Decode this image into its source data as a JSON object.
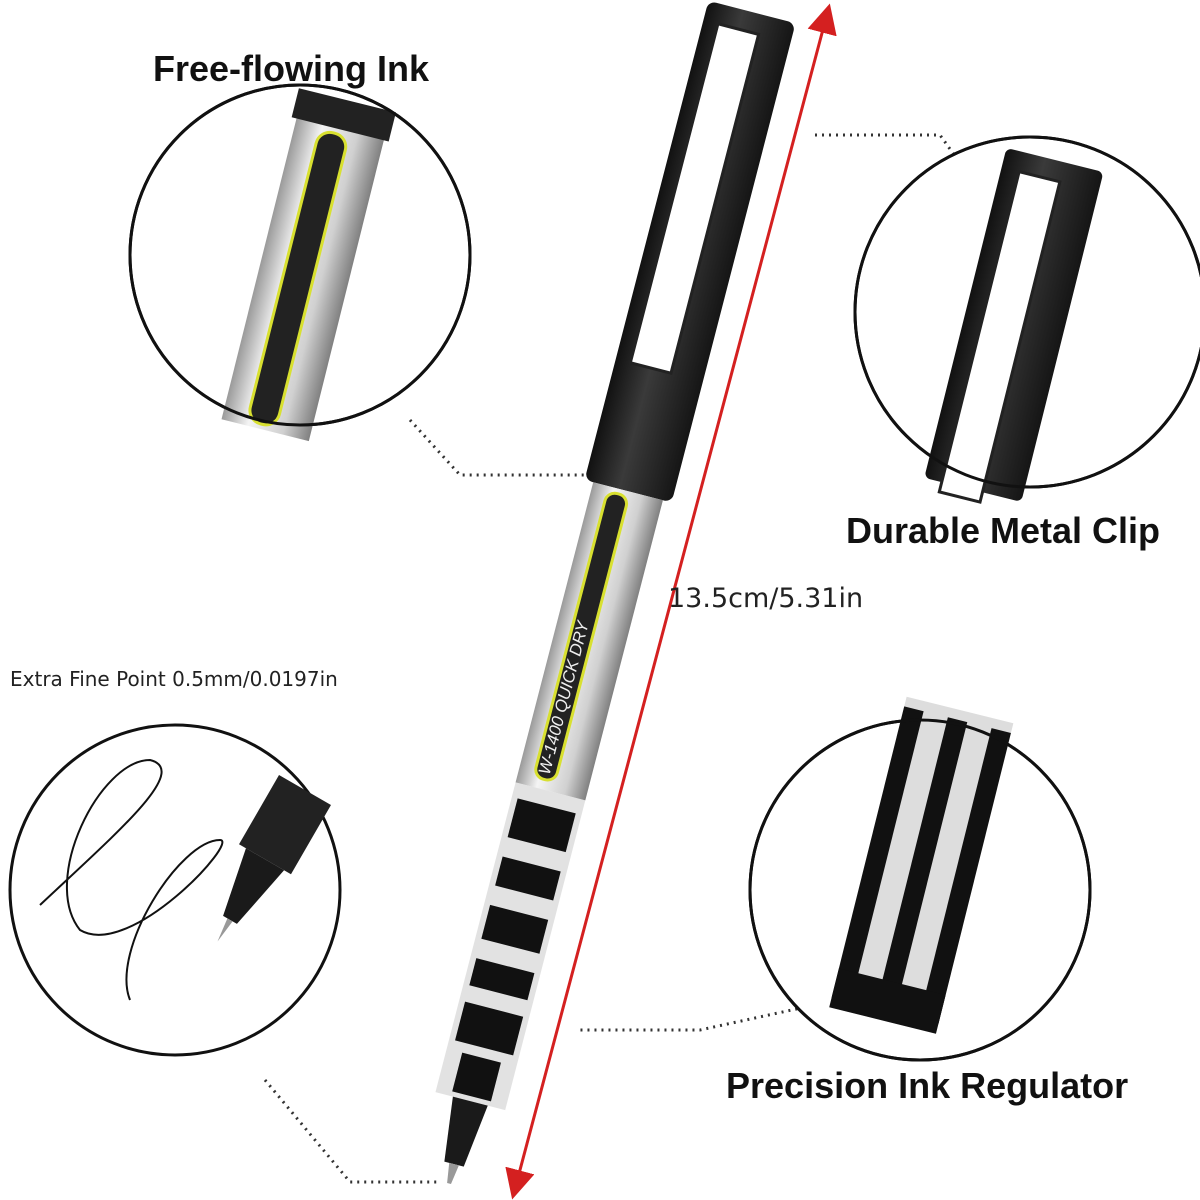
{
  "labels": {
    "ink": "Free-flowing Ink",
    "clip": "Durable Metal Clip",
    "point": "Extra Fine Point 0.5mm/0.0197in",
    "regulator": "Precision Ink Regulator",
    "length": "13.5cm/5.31in"
  },
  "pen_print": {
    "model": "W-1400",
    "brand": "QUICK DRY"
  },
  "colors": {
    "arrow": "#d42020",
    "highlight": "#d8e030",
    "pen_body": "#2a2a2a"
  }
}
